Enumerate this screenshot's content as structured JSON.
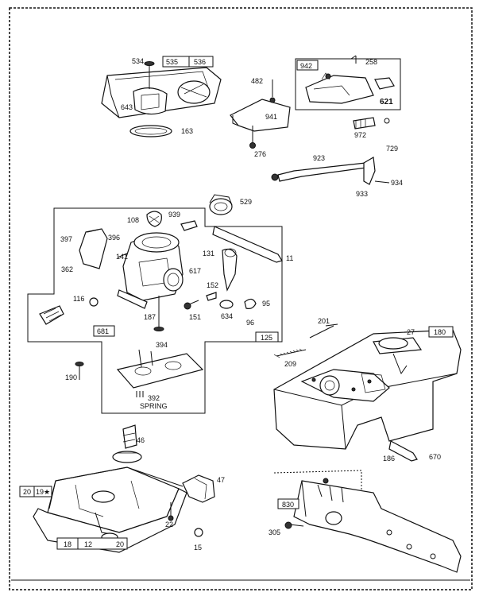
{
  "labels": {
    "l534": "534",
    "l535": "535",
    "l536": "536",
    "l643": "643",
    "l163": "163",
    "l482": "482",
    "l942": "942",
    "l258": "258",
    "l621": "621",
    "l941": "941",
    "l972": "972",
    "l729": "729",
    "l276": "276",
    "l923": "923",
    "l933": "933",
    "l934": "934",
    "l529": "529",
    "l108": "108",
    "l939": "939",
    "l397": "397",
    "l396": "396",
    "l141": "141",
    "l362": "362",
    "l131": "131",
    "l11": "11",
    "l617": "617",
    "l152": "152",
    "l116": "116",
    "l151": "151",
    "l95": "95",
    "l634": "634",
    "l96": "96",
    "l187": "187",
    "l681": "681",
    "l125": "125",
    "l394": "394",
    "l190": "190",
    "l392": "392",
    "spring": "SPRING",
    "l201": "201",
    "l209": "209",
    "l27": "27",
    "l180": "180",
    "l186": "186",
    "l670": "670",
    "l46": "46",
    "l47": "47",
    "l20a": "20",
    "l19": "19★",
    "l22": "22",
    "l18": "18",
    "l12": "12",
    "l20b": "20",
    "l15": "15",
    "l830": "830",
    "l305": "305"
  }
}
